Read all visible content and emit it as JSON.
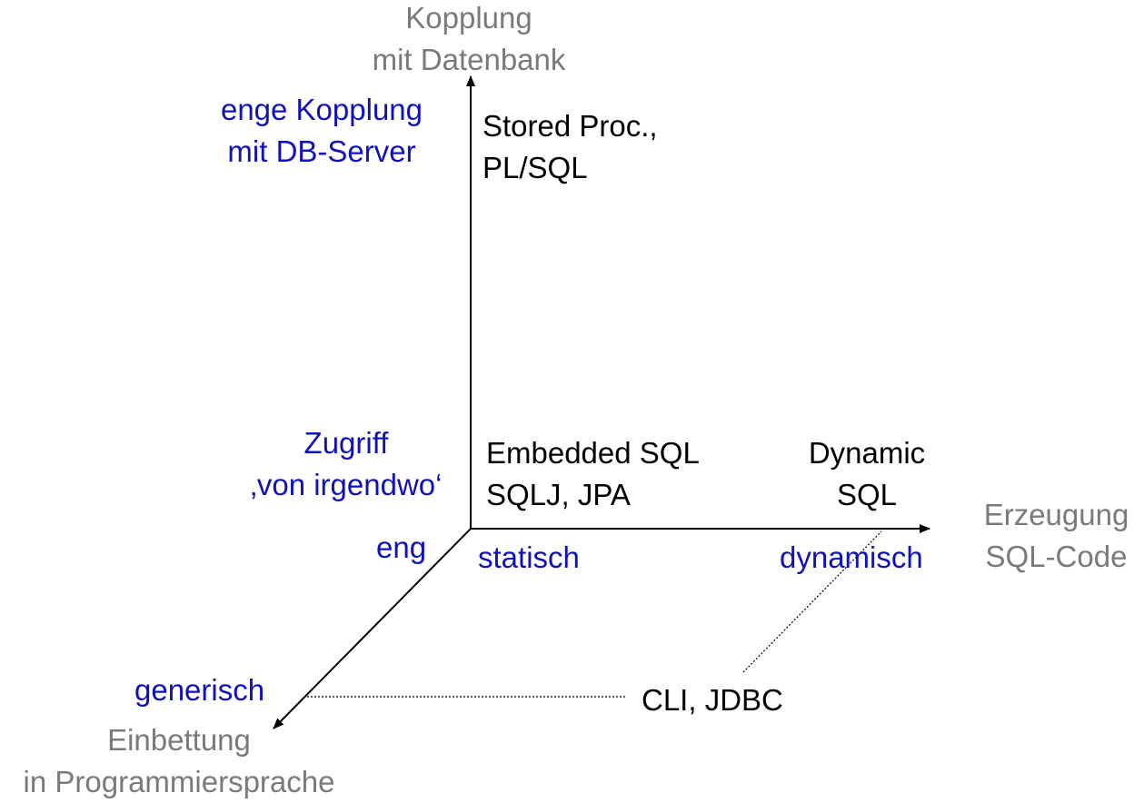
{
  "axes": {
    "vertical": {
      "title_line1": "Kopplung",
      "title_line2": "mit Datenbank"
    },
    "horizontal": {
      "title_line1": "Erzeugung",
      "title_line2": "SQL-Code"
    },
    "diagonal": {
      "title_line1": "Einbettung",
      "title_line2": "in Programmiersprache"
    }
  },
  "axis_values": {
    "coupling_tight_line1": "enge Kopplung",
    "coupling_tight_line2": "mit DB-Server",
    "access_line1": "Zugriff",
    "access_line2": "‚von irgendwo‘",
    "embedding_tight": "eng",
    "embedding_generic": "generisch",
    "generation_static": "statisch",
    "generation_dynamic": "dynamisch"
  },
  "approaches": {
    "stored_proc_line1": "Stored Proc.,",
    "stored_proc_line2": "PL/SQL",
    "embedded_line1": "Embedded SQL",
    "embedded_line2": "SQLJ, JPA",
    "dynamic_line1": "Dynamic",
    "dynamic_line2": "SQL",
    "cli": "CLI, JDBC"
  },
  "colors": {
    "axis_title": "#7a7a7a",
    "axis_value": "#1111bb",
    "approach": "#000000",
    "axis_line": "#000000"
  }
}
